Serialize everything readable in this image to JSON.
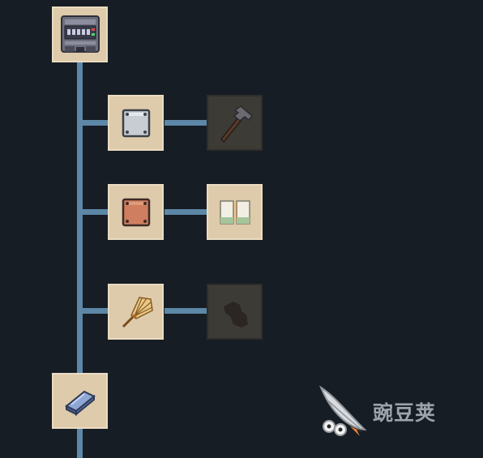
{
  "screen": "crafting-tech-tree",
  "colors": {
    "background": "#171d24",
    "connector": "#5d87a6",
    "unlocked_tile": "#decbab",
    "locked_tile": "#3c3b36"
  },
  "nodes": [
    {
      "id": "root",
      "icon": "machine-console-icon",
      "state": "unlocked"
    },
    {
      "id": "tier1-a",
      "icon": "steel-plate-icon",
      "state": "unlocked"
    },
    {
      "id": "tier2-a",
      "icon": "hammer-icon",
      "state": "locked"
    },
    {
      "id": "tier1-b",
      "icon": "copper-plate-icon",
      "state": "unlocked"
    },
    {
      "id": "tier2-b",
      "icon": "paper-panel-icon",
      "state": "unlocked"
    },
    {
      "id": "tier1-c",
      "icon": "wooden-fan-icon",
      "state": "unlocked"
    },
    {
      "id": "tier2-c",
      "icon": "unknown-item-silhouette-icon",
      "state": "locked"
    },
    {
      "id": "bottom",
      "icon": "metal-ingot-icon",
      "state": "unlocked"
    }
  ],
  "watermark": {
    "text": "豌豆荚",
    "icon": "pea-pod-logo-icon"
  }
}
